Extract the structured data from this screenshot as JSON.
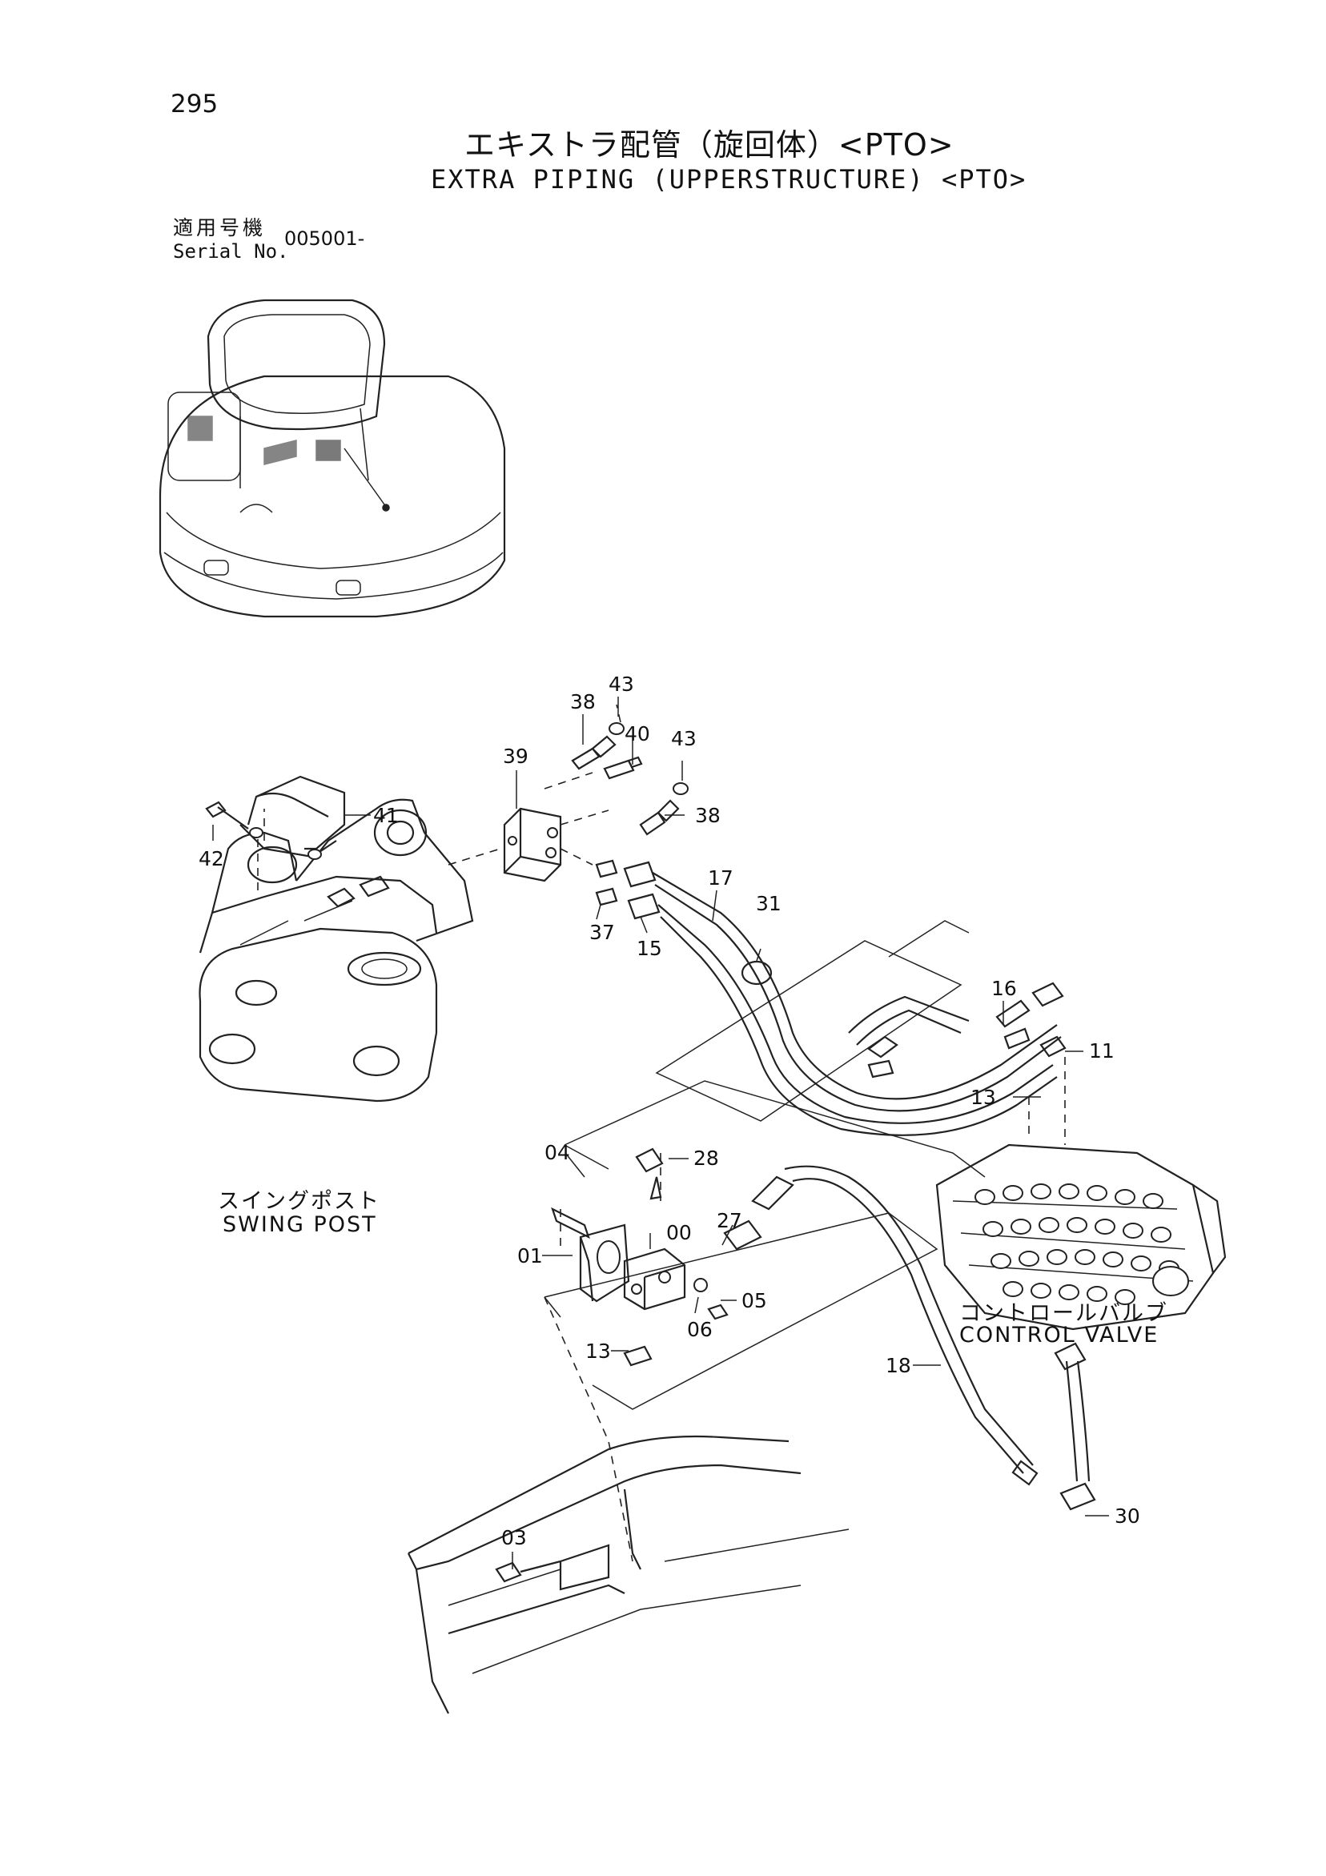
{
  "page_number": "295",
  "title_jp": "エキストラ配管（旋回体）<PTO>",
  "title_en": "EXTRA PIPING (UPPERSTRUCTURE) <PTO>",
  "serial": {
    "label_jp": "適用号機",
    "label_en": "Serial No.",
    "value": "005001-"
  },
  "assemblies": {
    "swing_post_jp": "スイングポスト",
    "swing_post_en": "SWING POST",
    "control_valve_jp": "コントロールバルブ",
    "control_valve_en": "CONTROL VALVE"
  },
  "callouts": {
    "c43a": "43",
    "c38a": "38",
    "c40": "40",
    "c43b": "43",
    "c39": "39",
    "c38b": "38",
    "c41": "41",
    "c42": "42",
    "c17": "17",
    "c31": "31",
    "c37": "37",
    "c15": "15",
    "c16": "16",
    "c11": "11",
    "c13a": "13",
    "c04": "04",
    "c28": "28",
    "c27": "27",
    "c00": "00",
    "c01": "01",
    "c05": "05",
    "c06": "06",
    "c13b": "13",
    "c18": "18",
    "c30": "30",
    "c03": "03"
  }
}
